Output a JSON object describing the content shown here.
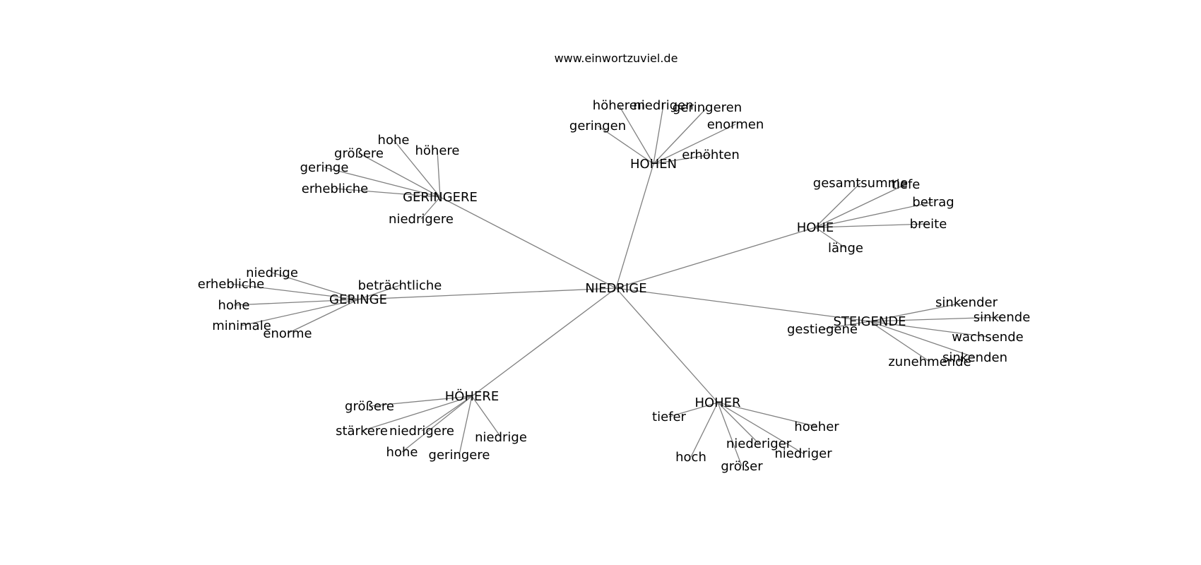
{
  "source": "www.einwortzuviel.de",
  "center": "NIEDRIGE",
  "clusters": [
    {
      "key": "hohen",
      "label": "HOHEN",
      "leaves": [
        "höheren",
        "niedrigen",
        "geringeren",
        "enormen",
        "geringen",
        "erhöhten"
      ]
    },
    {
      "key": "geringere",
      "label": "GERINGERE",
      "leaves": [
        "hohe",
        "größere",
        "höhere",
        "geringe",
        "erhebliche",
        "niedrigere"
      ]
    },
    {
      "key": "hohe",
      "label": "HOHE",
      "leaves": [
        "gesamtsumme",
        "tiefe",
        "betrag",
        "breite",
        "länge"
      ]
    },
    {
      "key": "geringe",
      "label": "GERINGE",
      "leaves": [
        "niedrige",
        "erhebliche",
        "beträchtliche",
        "hohe",
        "minimale",
        "enorme"
      ]
    },
    {
      "key": "steigende",
      "label": "STEIGENDE",
      "leaves": [
        "sinkender",
        "sinkende",
        "gestiegene",
        "wachsende",
        "sinkenden",
        "zunehmende"
      ]
    },
    {
      "key": "hoehere",
      "label": "HÖHERE",
      "leaves": [
        "größere",
        "stärkere",
        "niedrigere",
        "niedrige",
        "hohe",
        "geringere"
      ]
    },
    {
      "key": "hoher",
      "label": "HOHER",
      "leaves": [
        "tiefer",
        "hoeher",
        "niederiger",
        "niedriger",
        "hoch",
        "größer"
      ]
    }
  ]
}
